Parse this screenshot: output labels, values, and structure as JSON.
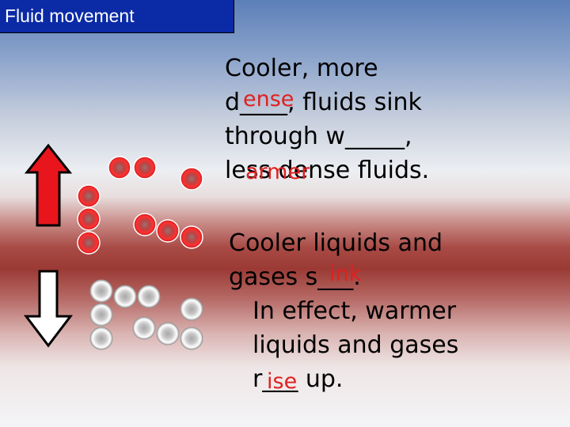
{
  "slide": {
    "title": "Fluid movement",
    "para1": {
      "line1": "Cooler, more",
      "line2": "d____, fluids sink",
      "line3": "through w_____,",
      "line4": "less dense fluids.",
      "answer1": "ense",
      "answer2": "armer"
    },
    "para2": {
      "line1": "Cooler liquids and",
      "line2": "gases s___.",
      "line3": "In effect, warmer",
      "line4": "liquids and gases",
      "line5": "r___ up.",
      "answer1": "ink",
      "answer2": "ise"
    }
  },
  "colors": {
    "title_bg": "#0a2aa6",
    "red_ball": "#e03030",
    "white_ball": "#ffffff",
    "up_arrow": "#e8161c",
    "down_arrow": "#ffffff",
    "answer_text": "#e02020"
  },
  "icons": {
    "up": "up-arrow-icon",
    "down": "down-arrow-icon",
    "molecule": "molecule-circle"
  }
}
